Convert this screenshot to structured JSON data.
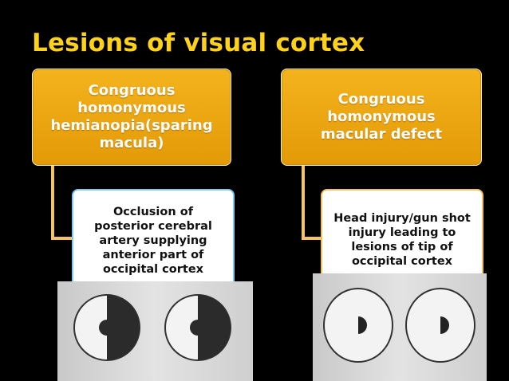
{
  "slide": {
    "title": "Lesions of visual cortex"
  },
  "left": {
    "header": "Congruous homonymous hemianopia(sparing macula)",
    "body": "Occlusion of posterior cerebral artery supplying anterior part of occipital cortex"
  },
  "right": {
    "header": "Congruous homonymous macular defect",
    "body": "Head injury/gun shot injury leading to lesions of tip of occipital cortex"
  },
  "colors": {
    "title": "#ffd21a",
    "header_fill": "#f0a90f",
    "connector": "#f5c36a",
    "left_body_border": "#7fc9f0",
    "right_body_border": "#f0c25a"
  },
  "icons": {
    "left_figure": "visual-field-hemianopia-sparing-macula",
    "right_figure": "visual-field-macular-defect"
  }
}
